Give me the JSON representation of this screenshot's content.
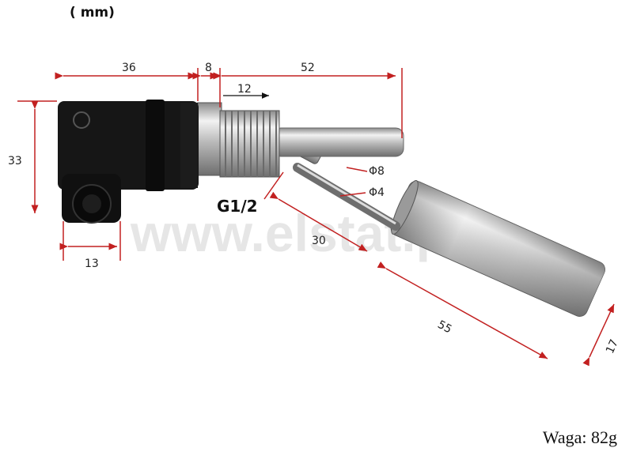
{
  "unit": "( mm)",
  "thread_label": "G1/2",
  "watermark": "www.elstat.pl",
  "weight": "Waga: 82g",
  "dimensions": {
    "d36": "36",
    "d8": "8",
    "d52": "52",
    "d12": "12",
    "d33": "33",
    "d13": "13",
    "phi8": "Φ8",
    "phi4": "Φ4",
    "d30": "30",
    "d55": "55",
    "d17": "17"
  },
  "colors": {
    "dimension_line": "#c22020",
    "connector_body": "#151515",
    "steel": "#c8c8c8"
  }
}
